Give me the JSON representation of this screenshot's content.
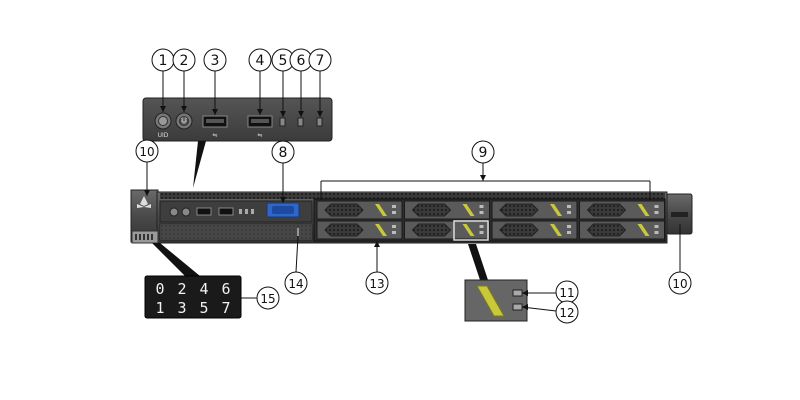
{
  "diagram": {
    "callouts": [
      {
        "id": "c1",
        "label": "1"
      },
      {
        "id": "c2",
        "label": "2"
      },
      {
        "id": "c3",
        "label": "3"
      },
      {
        "id": "c4",
        "label": "4"
      },
      {
        "id": "c5",
        "label": "5"
      },
      {
        "id": "c6",
        "label": "6"
      },
      {
        "id": "c7",
        "label": "7"
      },
      {
        "id": "c8",
        "label": "8"
      },
      {
        "id": "c9",
        "label": "9"
      },
      {
        "id": "c10a",
        "label": "10"
      },
      {
        "id": "c10b",
        "label": "10"
      },
      {
        "id": "c11",
        "label": "11"
      },
      {
        "id": "c12",
        "label": "12"
      },
      {
        "id": "c13",
        "label": "13"
      },
      {
        "id": "c14",
        "label": "14"
      },
      {
        "id": "c15",
        "label": "15"
      }
    ],
    "panel_labels": {
      "uid": "UID",
      "usb": "⇋"
    },
    "led_panel": {
      "row1": [
        "0",
        "2",
        "4",
        "6"
      ],
      "row2": [
        "1",
        "3",
        "5",
        "7"
      ]
    },
    "colors": {
      "chassis": "#4a4a4a",
      "chassis_dark": "#2b2b2b",
      "drive_latch": "#c8c83a",
      "vga_port": "#2f66c8"
    }
  }
}
